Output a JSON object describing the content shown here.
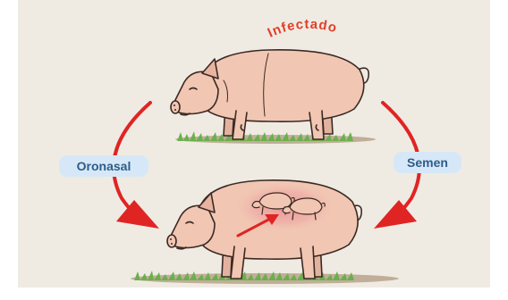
{
  "labels": {
    "infected": "Infectado",
    "left_route": "Oronasal",
    "right_route": "Semen"
  },
  "colors": {
    "background": "#efebe3",
    "arrow": "#e02424",
    "infected_text": "#e0402a",
    "pill_fill": "#d6e8f7",
    "pill_text": "#2e5c8a",
    "pig_body": "#f1c6b2",
    "pig_outline": "#3a2a24",
    "grass": "#6ab04c",
    "soil": "#9b7b5b",
    "womb_glow": "#eea6a6"
  },
  "icons": {
    "top_pig": "pig-icon",
    "bottom_pig": "pregnant-pig-icon",
    "piglets": "piglet-icon"
  }
}
